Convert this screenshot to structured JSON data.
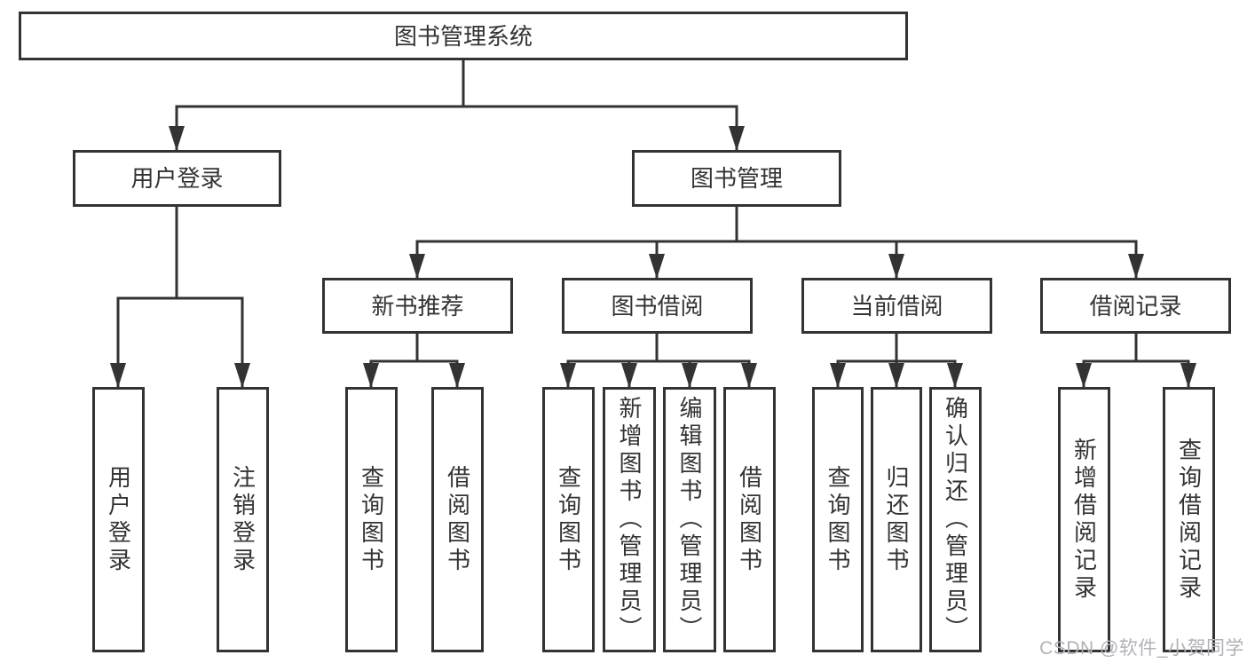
{
  "page": {
    "background": "#ffffff"
  },
  "colors": {
    "line": "#333333",
    "box_border": "#333333",
    "text": "#333333",
    "watermark_text": "#b1b1b7"
  },
  "diagram": {
    "root": {
      "label": "图书管理系统"
    },
    "branches": [
      {
        "label": "用户登录",
        "children": [
          {
            "label": "用户登录"
          },
          {
            "label": "注销登录"
          }
        ]
      },
      {
        "label": "图书管理",
        "children": [
          {
            "label": "新书推荐",
            "children": [
              {
                "label": "查询图书"
              },
              {
                "label": "借阅图书"
              }
            ]
          },
          {
            "label": "图书借阅",
            "children": [
              {
                "label": "查询图书"
              },
              {
                "label": "新增图书（管理员）"
              },
              {
                "label": "编辑图书（管理员）"
              },
              {
                "label": "借阅图书"
              }
            ]
          },
          {
            "label": "当前借阅",
            "children": [
              {
                "label": "查询图书"
              },
              {
                "label": "归还图书"
              },
              {
                "label": "确认归还（管理员）"
              }
            ]
          },
          {
            "label": "借阅记录",
            "children": [
              {
                "label": "新增借阅记录"
              },
              {
                "label": "查询借阅记录"
              }
            ]
          }
        ]
      }
    ]
  },
  "watermark": {
    "text": "CSDN @软件_小贺同学"
  }
}
